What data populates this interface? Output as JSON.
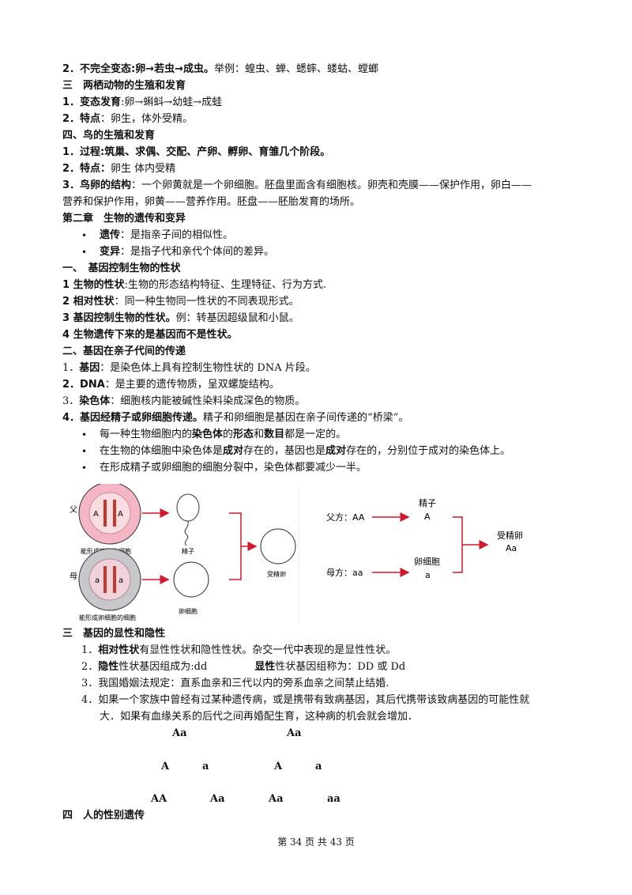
{
  "top": {
    "l1_bold": "2．不完全变态:卵→若虫→成虫。",
    "l1_rest": "举例：蝗虫、蝉、蟋蟀、蝼蛄、螳螂"
  },
  "sec3": {
    "title": "三　两栖动物的生殖和发育",
    "l1_bold": "1．变态发育",
    "l1_rest": ":卵→蝌蚪→幼蛙→成蛙",
    "l2_bold": "2．特点",
    "l2_rest": "：卵生，体外受精。"
  },
  "sec4": {
    "title": "四、鸟的生殖和发育",
    "l1": "1．过程:筑巢、求偶、交配、产卵、孵卵、育雏几个阶段。",
    "l2_bold": "2．特点：",
    "l2_rest": "卵生 体内受精",
    "l3_bold": "3．鸟卵的结构",
    "l3_rest": "：一个卵黄就是一个卵细胞。胚盘里面含有细胞核。卵壳和壳膜——保护作用，卵白——",
    "l4": "营养和保护作用，卵黄——营养作用。胚盘——胚胎发育的场所。"
  },
  "ch2": {
    "title": "第二章　生物的遗传和变异",
    "b1_bold": "遗传",
    "b1_rest": "：是指亲子间的相似性。",
    "b2_bold": "变异",
    "b2_rest": "：是指子代和亲代个体间的差异。"
  },
  "s1": {
    "title": "一、　基因控制生物的性状",
    "l1_bold": "1 生物的性状",
    "l1_rest": ":生物的形态结构特征、生理特征、行为方式.",
    "l2_bold": "2 相对性状",
    "l2_rest": "：同一种生物同一性状的不同表现形式。",
    "l3_bold": "3 基因控制生物的性状。",
    "l3_rest": "例：转基因超级鼠和小鼠。",
    "l4": "4 生物遗传下来的是基因而不是性状。"
  },
  "s2": {
    "title": "二、基因在亲子代间的传递",
    "l1_bold": "基因",
    "l1_num": "1．",
    "l1_rest": "：是染色体上具有控制生物性状的 DNA 片段。",
    "l2_bold": "2．DNA",
    "l2_rest": "：是主要的遗传物质，呈双螺旋结构。",
    "l3_num": "3．",
    "l3_bold": "染色体",
    "l3_rest": "：细胞核内能被碱性染料染成深色的物质。",
    "l4_bold": "4．基因经精子或卵细胞传递。",
    "l4_rest": "精子和卵细胞是基因在亲子间传递的“桥梁”。",
    "b1_a": "每一种生物细胞内的",
    "b1_b": "染色体",
    "b1_c": "的",
    "b1_d": "形态",
    "b1_e": "和",
    "b1_f": "数目",
    "b1_g": "都是一定的。",
    "b2_a": "在生物的体细胞中染色体是",
    "b2_b": "成对",
    "b2_c": "存在的，基因也是",
    "b2_d": "成对",
    "b2_e": "存在的，分别位于成对的染色体上。",
    "b3": "在形成精子或卵细胞的细胞分裂中，染色体都要减少一半。"
  },
  "figure_left": {
    "father": "父",
    "mother": "母",
    "gene_A": "A",
    "gene_a": "a",
    "cell_father_caption": "能形成精子的细胞",
    "sperm_caption": "精子",
    "cell_mother_caption": "能形成卵细胞的细胞",
    "egg_caption": "卵细胞",
    "zygote_caption": "受精卵",
    "colors": {
      "cell_pink": "#f4b6c4",
      "cell_grey": "#c8c8cc",
      "arrow_red": "#d0192b"
    }
  },
  "figure_right": {
    "father_label": "父方：AA",
    "mother_label": "母方：aa",
    "sperm_label": "精子",
    "sperm_gene": "A",
    "egg_label": "卵细胞",
    "egg_gene": "a",
    "zygote_label": "受精卵",
    "zygote_gene": "Aa"
  },
  "s3": {
    "title": "三　基因的显性和隐性",
    "l1_num": "1．",
    "l1_bold": "相对性状",
    "l1_rest": "有显性性状和隐性性状。杂交一代中表现的是显性性状。",
    "l2_num": "2．",
    "l2_bold": "隐性",
    "l2_rest": "性状基因组成为:dd",
    "l2_bold2": "显性",
    "l2_rest2": "性状基因组称为：DD 或  Dd",
    "l3": "3．我国婚姻法规定：直系血亲和三代以内的旁系血亲之间禁止结婚.",
    "l4": "4．如果一个家族中曾经有过某种遗传病，或是携带有致病基因，其后代携带该致病基因的可能性就",
    "l5": "大．如果有血缘关系的后代之间再婚配生育，这种病的机会就会增加．"
  },
  "genetics": {
    "p1": "Aa",
    "p2": "Aa",
    "g1": "A",
    "g2": "a",
    "g3": "A",
    "g4": "a",
    "c1": "AA",
    "c2": "Aa",
    "c3": "Aa",
    "c4": "aa"
  },
  "s4": {
    "title": "四　人的性别遗传"
  },
  "footer": "第 34 页 共 43 页"
}
